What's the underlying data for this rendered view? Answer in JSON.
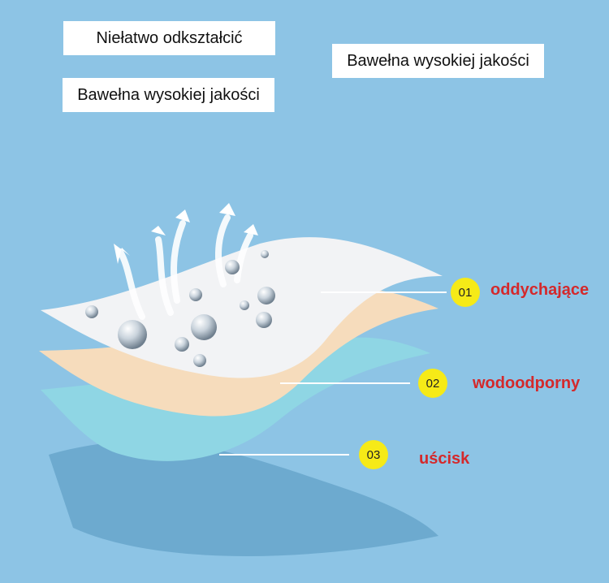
{
  "labels": {
    "top_left": "Niełatwo odkształcić",
    "top_right": "Bawełna wysokiej jakości",
    "second_left": "Bawełna wysokiej jakości"
  },
  "layers": [
    {
      "number": "01",
      "feature": "oddychające"
    },
    {
      "number": "02",
      "feature": "wodoodporny"
    },
    {
      "number": "03",
      "feature": "uścisk"
    }
  ],
  "colors": {
    "background": "#8dc4e5",
    "badge": "#f6ea17",
    "feature_text": "#d4292b",
    "layer_top": "#f2f3f5",
    "layer_middle": "#f6dcbc",
    "layer_bottom": "#8fd6e4"
  }
}
